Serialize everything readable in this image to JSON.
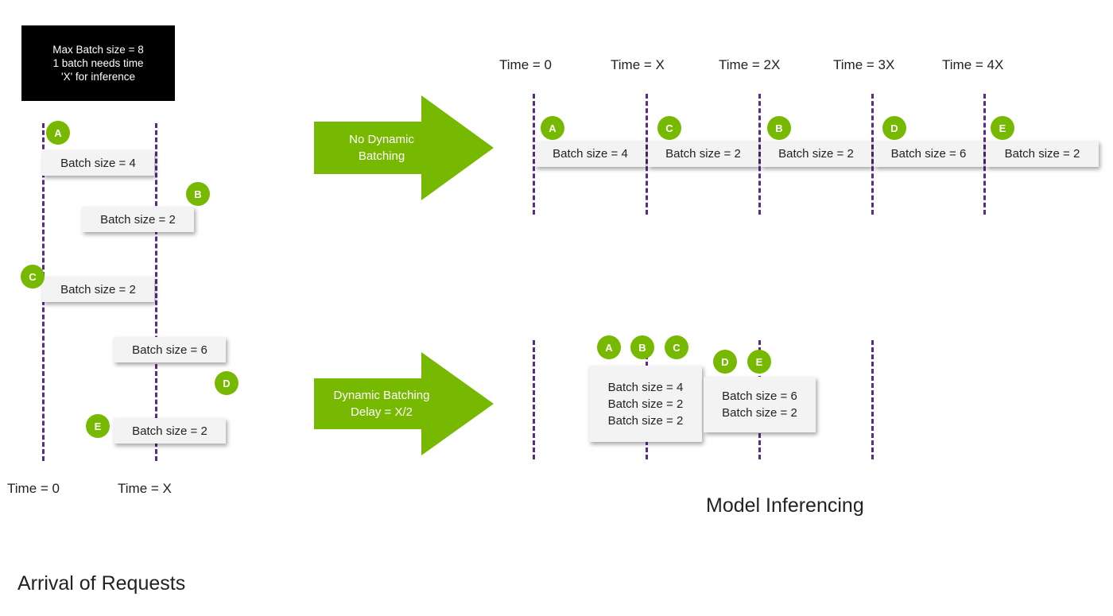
{
  "info": {
    "line1": "Max Batch size = 8",
    "line2": "1 batch needs time",
    "line3": "'X' for inference"
  },
  "arrival": {
    "title": "Arrival of Requests",
    "time0": "Time = 0",
    "timeX": "Time = X",
    "requests": [
      {
        "id": "A",
        "label": "Batch size = 4"
      },
      {
        "id": "B",
        "label": "Batch size = 2"
      },
      {
        "id": "C",
        "label": "Batch size = 2"
      },
      {
        "id": "D",
        "label": "Batch size = 6"
      },
      {
        "id": "E",
        "label": "Batch size = 2"
      }
    ]
  },
  "arrows": {
    "no_dynamic": {
      "line1": "No Dynamic",
      "line2": "Batching"
    },
    "dynamic": {
      "line1": "Dynamic Batching",
      "line2": "Delay = X/2"
    }
  },
  "no_dynamic": {
    "times": [
      "Time = 0",
      "Time = X",
      "Time = 2X",
      "Time = 3X",
      "Time = 4X"
    ],
    "slots": [
      {
        "id": "A",
        "label": "Batch size = 4"
      },
      {
        "id": "C",
        "label": "Batch size = 2"
      },
      {
        "id": "B",
        "label": "Batch size = 2"
      },
      {
        "id": "D",
        "label": "Batch size = 6"
      },
      {
        "id": "E",
        "label": "Batch size = 2"
      }
    ]
  },
  "dynamic": {
    "group1": {
      "ids": [
        "A",
        "B",
        "C"
      ],
      "lines": [
        "Batch size = 4",
        "Batch size = 2",
        "Batch size = 2"
      ]
    },
    "group2": {
      "ids": [
        "D",
        "E"
      ],
      "lines": [
        "Batch size = 6",
        "Batch size = 2"
      ]
    }
  },
  "model_title": "Model Inferencing",
  "colors": {
    "green": "#76b900",
    "line": "#5b2a86",
    "box": "#f3f3f3"
  }
}
